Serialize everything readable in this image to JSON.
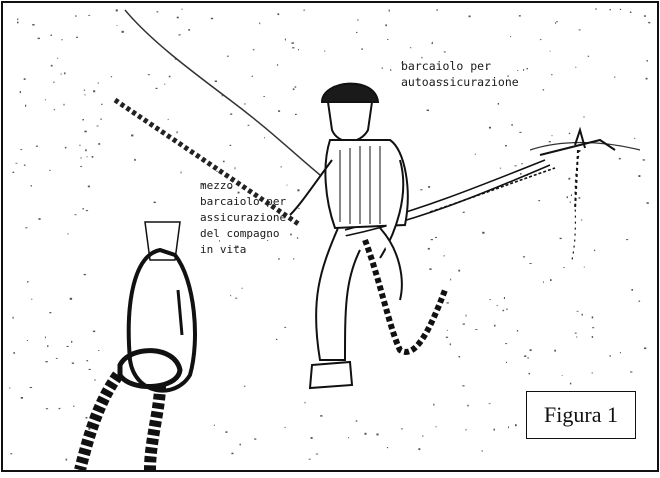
{
  "labels": {
    "barcaiolo": "barcaiolo per\nautoassicurazione",
    "mezzo_barcaiolo": "mezzo\nbarcaiolo per\nassicurazione\ndel compagno\nin vita"
  },
  "caption": "Figura 1",
  "colors": {
    "ink": "#111111",
    "paper": "#ffffff",
    "speckle": "#555555"
  }
}
